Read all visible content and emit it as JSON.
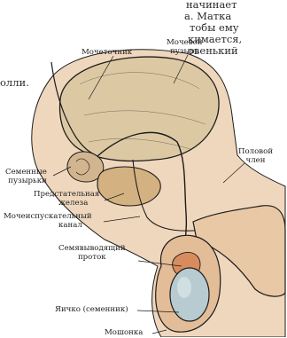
{
  "background_text": {
    "lines": [
      "начинает",
      "а. Матка",
      "тобы ему",
      "кимается,",
      "овенький",
      "олли."
    ]
  },
  "labels": {
    "ureter": "Мочеточник",
    "bladder": [
      "Мочевой",
      "пузырь"
    ],
    "penis": [
      "Половой",
      "член"
    ],
    "seminal_vesicles": [
      "Семенные",
      "пузырьки"
    ],
    "prostate": [
      "Предстательная",
      "железа"
    ],
    "urethra": [
      "Мочеиспускательный",
      "канал"
    ],
    "vas_deferens": [
      "Семявыводящий",
      "проток"
    ],
    "testis": "Яичко (семенник)",
    "scrotum": "Мошонка"
  },
  "colors": {
    "ink": "#1c1c1c",
    "skin": "#e9c8a6",
    "skin_shade": "#d9ad86",
    "bladder": "#dcc9a4",
    "testis": "#b7cbd0",
    "epididymis": "#d88c5e",
    "prostate": "#d4b181",
    "vesicle": "#d1b58e"
  }
}
